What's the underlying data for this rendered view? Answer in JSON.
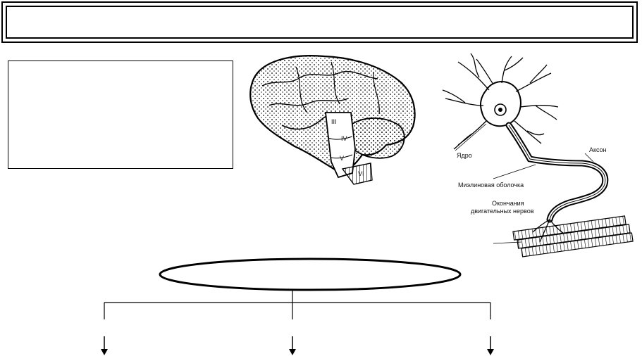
{
  "neuron_labels": {
    "nucleus": "Ядро",
    "axon": "Аксон",
    "myelin": "Миэлиновая оболочка",
    "endings_line1": "Окончания",
    "endings_line2": "двигательных нервов"
  },
  "brain_labels": [
    "III",
    "IV",
    "V",
    "VI"
  ]
}
